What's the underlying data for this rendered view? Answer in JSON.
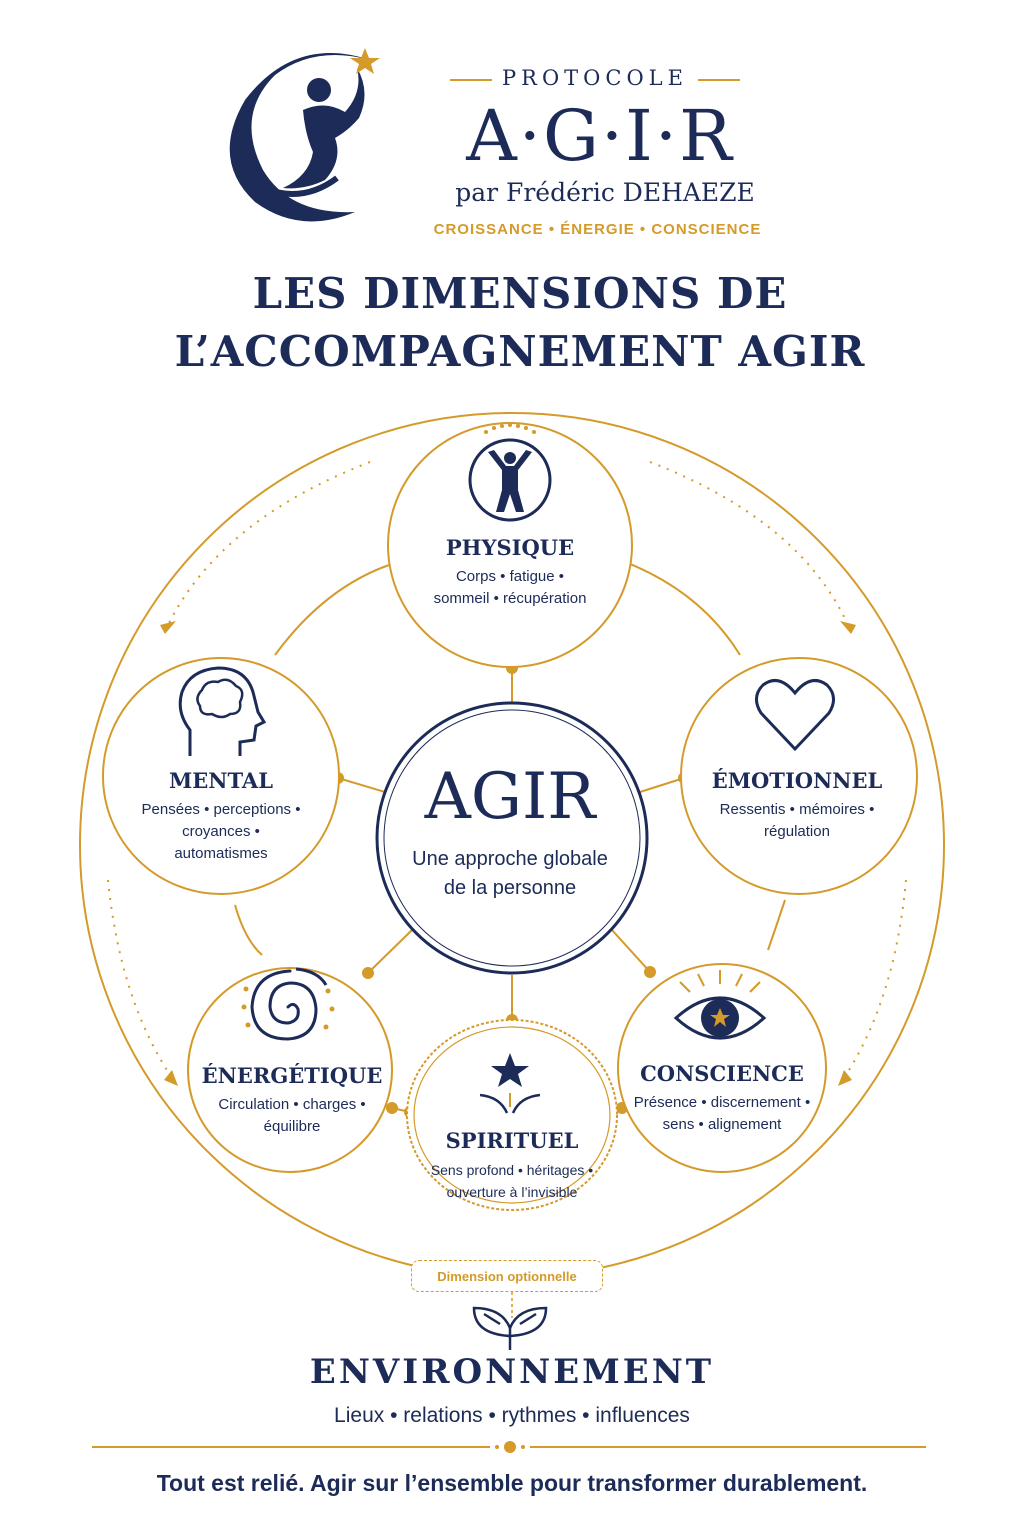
{
  "colors": {
    "navy": "#1c2b57",
    "gold": "#d49a2a",
    "background": "#ffffff"
  },
  "brand": {
    "protocole": "PROTOCOLE",
    "name": "A·G·I·R",
    "author": "par Frédéric DEHAEZE",
    "tagline": "CROISSANCE • ÉNERGIE • CONSCIENCE",
    "logo_icon": "person-moon-star-logo"
  },
  "title": {
    "line1": "LES DIMENSIONS DE",
    "line2": "L’ACCOMPAGNEMENT AGIR"
  },
  "center": {
    "title": "AGIR",
    "desc_line1": "Une approche globale",
    "desc_line2": "de la personne"
  },
  "dimensions": [
    {
      "key": "physique",
      "label": "PHYSIQUE",
      "line1": "Corps • fatigue •",
      "line2": "sommeil • récupération",
      "line3": "",
      "icon": "person-arms-up-icon"
    },
    {
      "key": "mental",
      "label": "MENTAL",
      "line1": "Pensées • perceptions •",
      "line2": "croyances •",
      "line3": "automatismes",
      "icon": "head-brain-icon"
    },
    {
      "key": "emotionnel",
      "label": "ÉMOTIONNEL",
      "line1": "Ressentis • mémoires •",
      "line2": "régulation",
      "line3": "",
      "icon": "heart-icon"
    },
    {
      "key": "energetique",
      "label": "ÉNERGÉTIQUE",
      "line1": "Circulation • charges •",
      "line2": "équilibre",
      "line3": "",
      "icon": "spiral-icon"
    },
    {
      "key": "spirituel",
      "label": "SPIRITUEL",
      "line1": "Sens profond • héritages •",
      "line2": "ouverture à l’invisible",
      "line3": "",
      "icon": "star-rays-icon"
    },
    {
      "key": "conscience",
      "label": "CONSCIENCE",
      "line1": "Présence • discernement •",
      "line2": "sens • alignement",
      "line3": "",
      "icon": "eye-star-icon"
    }
  ],
  "optional_badge": "Dimension optionnelle",
  "environment": {
    "title": "ENVIRONNEMENT",
    "desc": "Lieux • relations • rythmes • influences",
    "icon": "leaves-icon"
  },
  "footer": "Tout est relié. Agir sur l’ensemble pour transformer durablement."
}
